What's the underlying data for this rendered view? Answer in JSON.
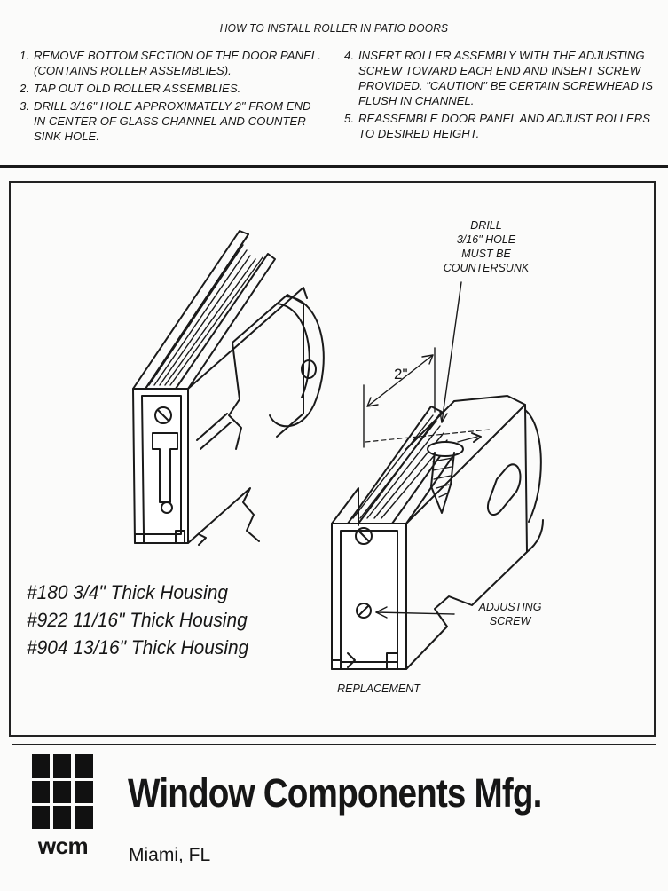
{
  "document": {
    "title": "HOW TO INSTALL ROLLER IN PATIO DOORS",
    "steps_left": [
      {
        "num": "1.",
        "text": "REMOVE BOTTOM SECTION OF THE DOOR PANEL. (CONTAINS ROLLER ASSEMBLIES)."
      },
      {
        "num": "2.",
        "text": "TAP OUT OLD ROLLER ASSEMBLIES."
      },
      {
        "num": "3.",
        "text": "DRILL 3/16\" HOLE APPROXIMATELY 2\" FROM END IN CENTER OF GLASS CHANNEL AND COUNTER SINK HOLE."
      }
    ],
    "steps_right": [
      {
        "num": "4.",
        "text": "INSERT ROLLER ASSEMBLY WITH THE ADJUSTING SCREW TOWARD EACH END AND INSERT SCREW PROVIDED. \"CAUTION\" BE CERTAIN SCREWHEAD IS FLUSH IN CHANNEL."
      },
      {
        "num": "5.",
        "text": "REASSEMBLE DOOR PANEL AND ADJUST ROLLERS TO DESIRED HEIGHT."
      }
    ]
  },
  "diagram": {
    "drill_note": [
      "DRILL",
      "3/16\" HOLE",
      "MUST BE",
      "COUNTERSUNK"
    ],
    "dimension": "2\"",
    "adjusting_note": [
      "ADJUSTING",
      "SCREW"
    ],
    "replacement_label": "REPLACEMENT",
    "housings": [
      "#180 3/4\" Thick Housing",
      "#922 11/16\" Thick Housing",
      "#904 13/16\" Thick Housing"
    ]
  },
  "footer": {
    "logo_text": "wcm",
    "company": "Window Components Mfg.",
    "location": "Miami, FL"
  }
}
